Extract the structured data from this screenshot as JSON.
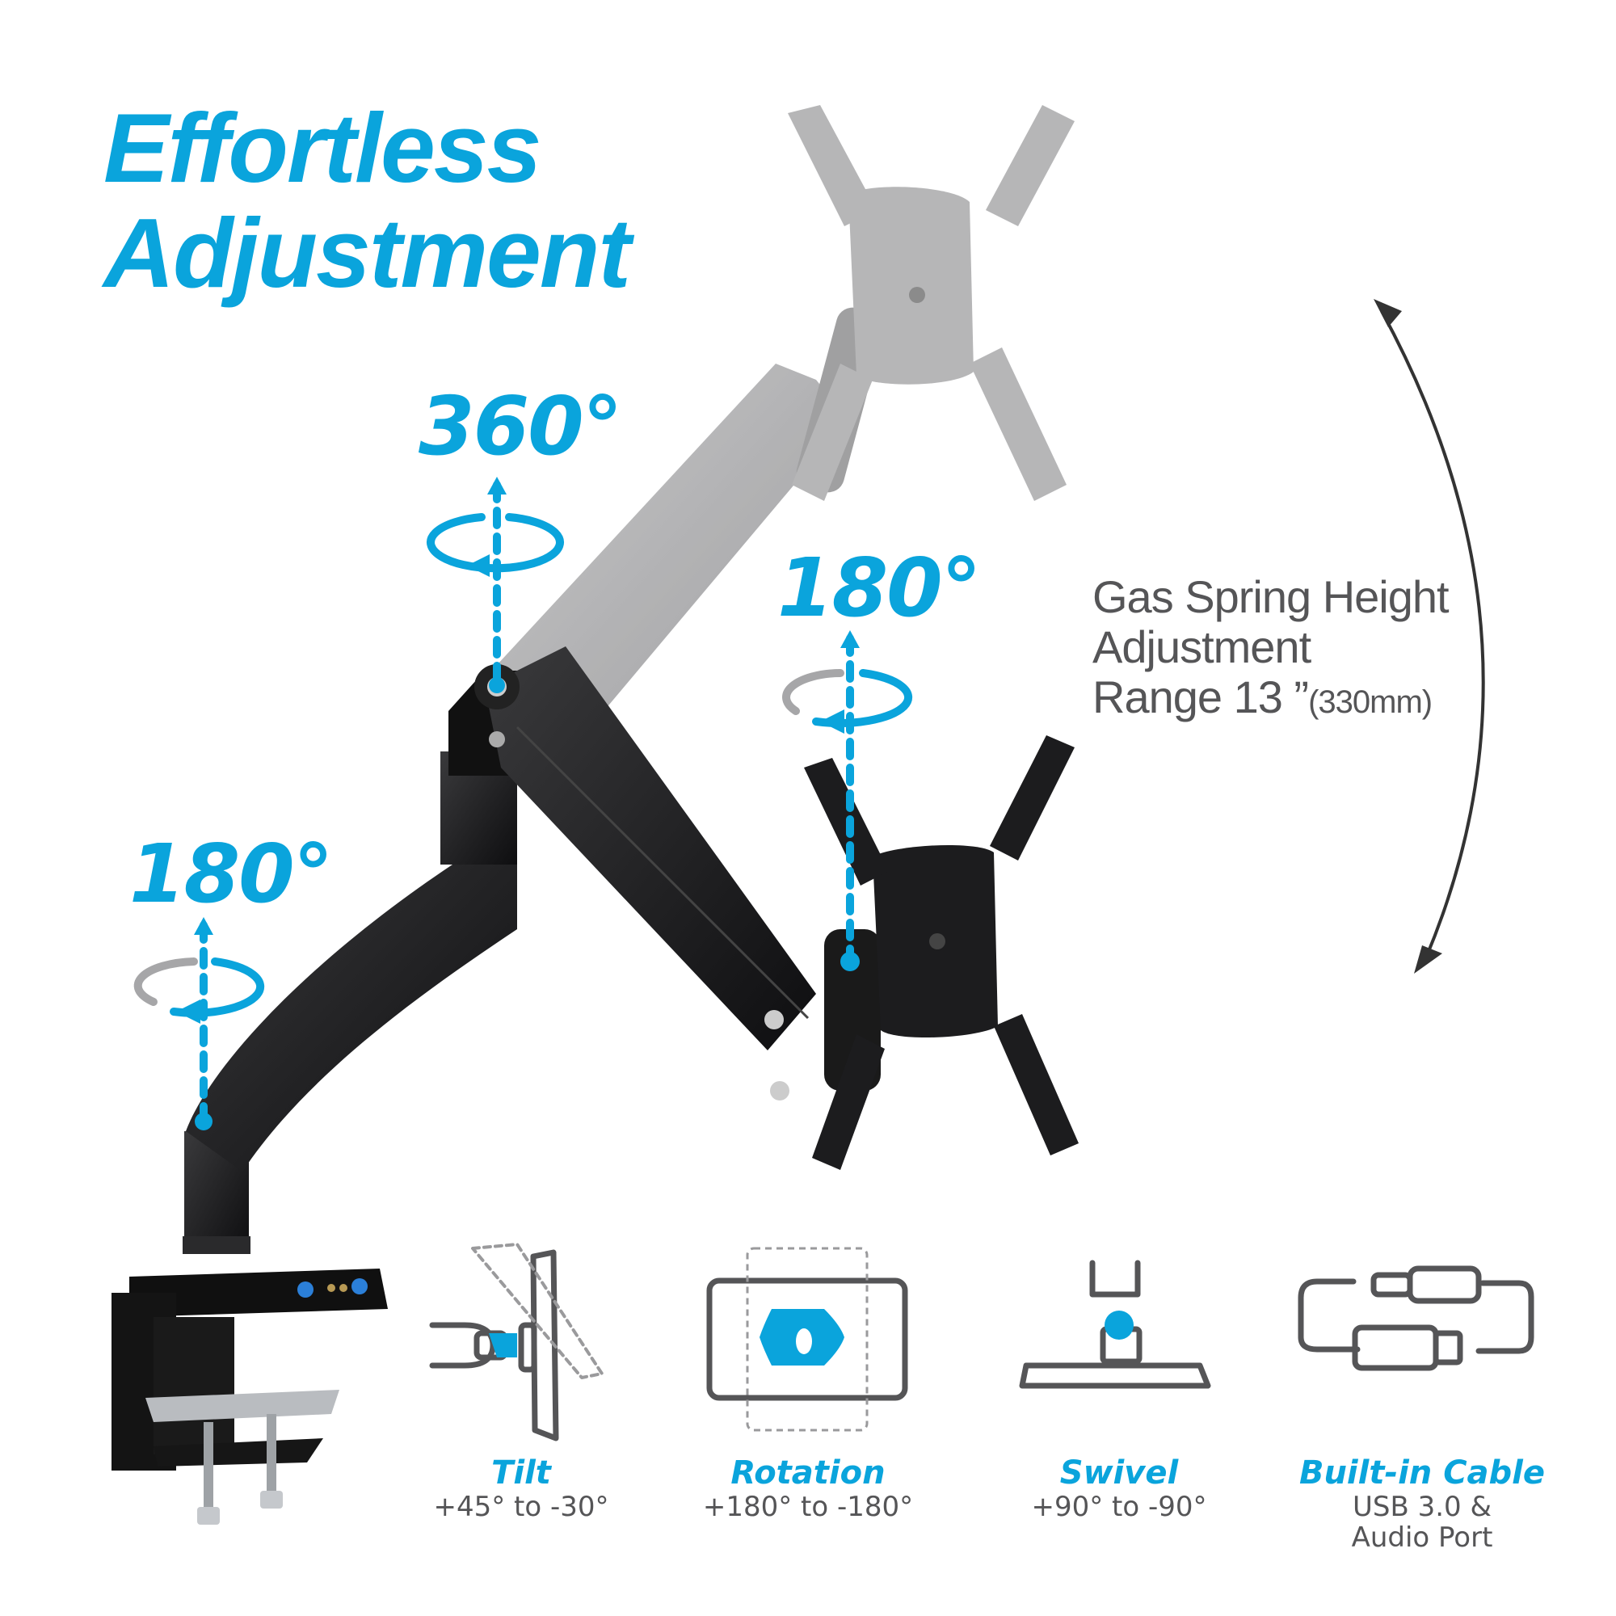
{
  "headline": {
    "line1": "Effortless",
    "line2": "Adjustment"
  },
  "rotation_labels": [
    {
      "id": "top-joint",
      "value": "360°"
    },
    {
      "id": "head-swivel",
      "value": "180°"
    },
    {
      "id": "base-swivel",
      "value": "180°"
    }
  ],
  "gas_spring": {
    "line1": "Gas Spring Height",
    "line2": "Adjustment",
    "line3": "Range 13 ”",
    "metric": "(330mm)"
  },
  "features": [
    {
      "title": "Tilt",
      "range": "+45° to -30°",
      "icon": "tilt-icon"
    },
    {
      "title": "Rotation",
      "range": "+180° to -180°",
      "icon": "rotation-icon"
    },
    {
      "title": "Swivel",
      "range": "+90° to -90°",
      "icon": "swivel-icon"
    },
    {
      "title": "Built-in Cable",
      "range": "USB 3.0 &",
      "range2": "Audio Port",
      "icon": "cable-icon"
    }
  ],
  "colors": {
    "accent": "#0aa4dc",
    "text_gray": "#555557",
    "arm_black": "#1c1c1e",
    "ghost_gray": "#9a9a9c"
  }
}
